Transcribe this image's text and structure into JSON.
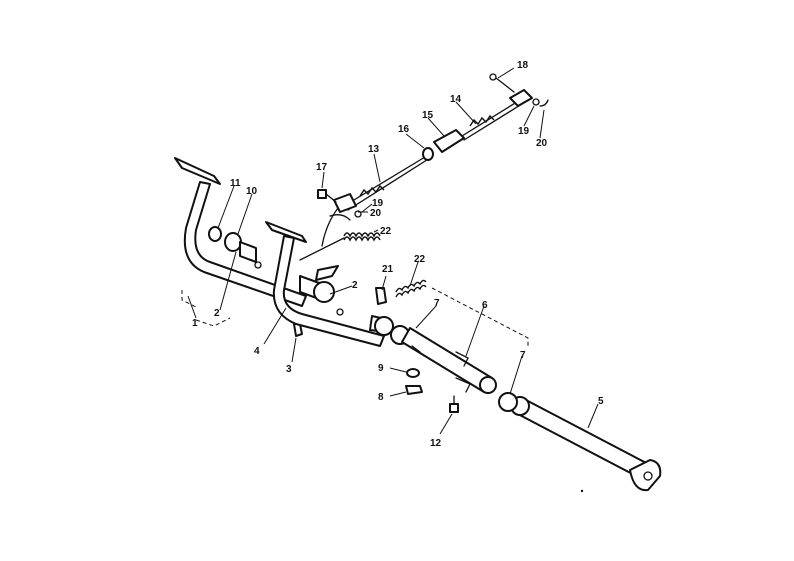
{
  "callouts": [
    "1",
    "2",
    "2",
    "3",
    "4",
    "5",
    "6",
    "7",
    "7",
    "8",
    "9",
    "10",
    "11",
    "12",
    "13",
    "14",
    "15",
    "16",
    "17",
    "18",
    "19",
    "19",
    "20",
    "20",
    "21",
    "22",
    "22"
  ]
}
